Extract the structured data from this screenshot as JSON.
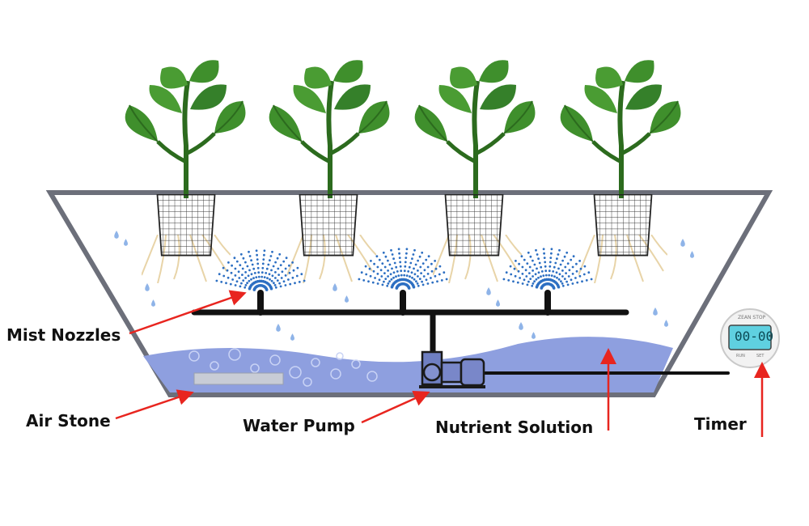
{
  "labels": {
    "mist_nozzles": "Mist Nozzles",
    "air_stone": "Air Stone",
    "water_pump": "Water Pump",
    "nutrient_solution": "Nutrient Solution",
    "timer": "Timer"
  },
  "timer": {
    "display": "00-00",
    "brand": "ZEAN STOP",
    "buttons": [
      "RUN",
      "SET"
    ]
  },
  "plants": [
    {
      "id": "plant-1"
    },
    {
      "id": "plant-2"
    },
    {
      "id": "plant-3"
    },
    {
      "id": "plant-4"
    }
  ],
  "colors": {
    "leaf": "#3f8f2c",
    "leaf_dark": "#2c6b1e",
    "tank_outline": "#6c6f7a",
    "solution": "#8e9fdf",
    "mist": "#2d6fc2",
    "pipe": "#111111",
    "arrow": "#e8251f",
    "timer_screen": "#5fd0e0"
  }
}
